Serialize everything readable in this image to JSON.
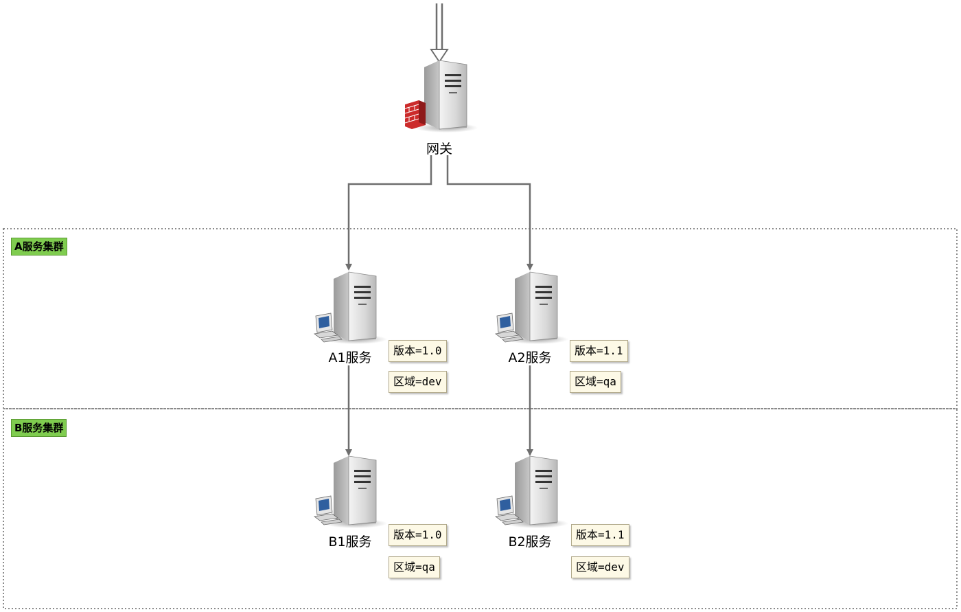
{
  "gateway": {
    "label": "网关"
  },
  "clusters": [
    {
      "label": "A服务集群"
    },
    {
      "label": "B服务集群"
    }
  ],
  "services": [
    {
      "id": "a1",
      "label": "A1服务",
      "version": "版本=1.0",
      "region": "区域=dev"
    },
    {
      "id": "a2",
      "label": "A2服务",
      "version": "版本=1.1",
      "region": "区域=qa"
    },
    {
      "id": "b1",
      "label": "B1服务",
      "version": "版本=1.0",
      "region": "区域=qa"
    },
    {
      "id": "b2",
      "label": "B2服务",
      "version": "版本=1.1",
      "region": "区域=dev"
    }
  ],
  "colors": {
    "cluster_label_bg": "#7fcc4f",
    "tag_bg": "#fdf9e6",
    "connector": "#6e6e6e",
    "firewall": "#cc2b2b"
  }
}
